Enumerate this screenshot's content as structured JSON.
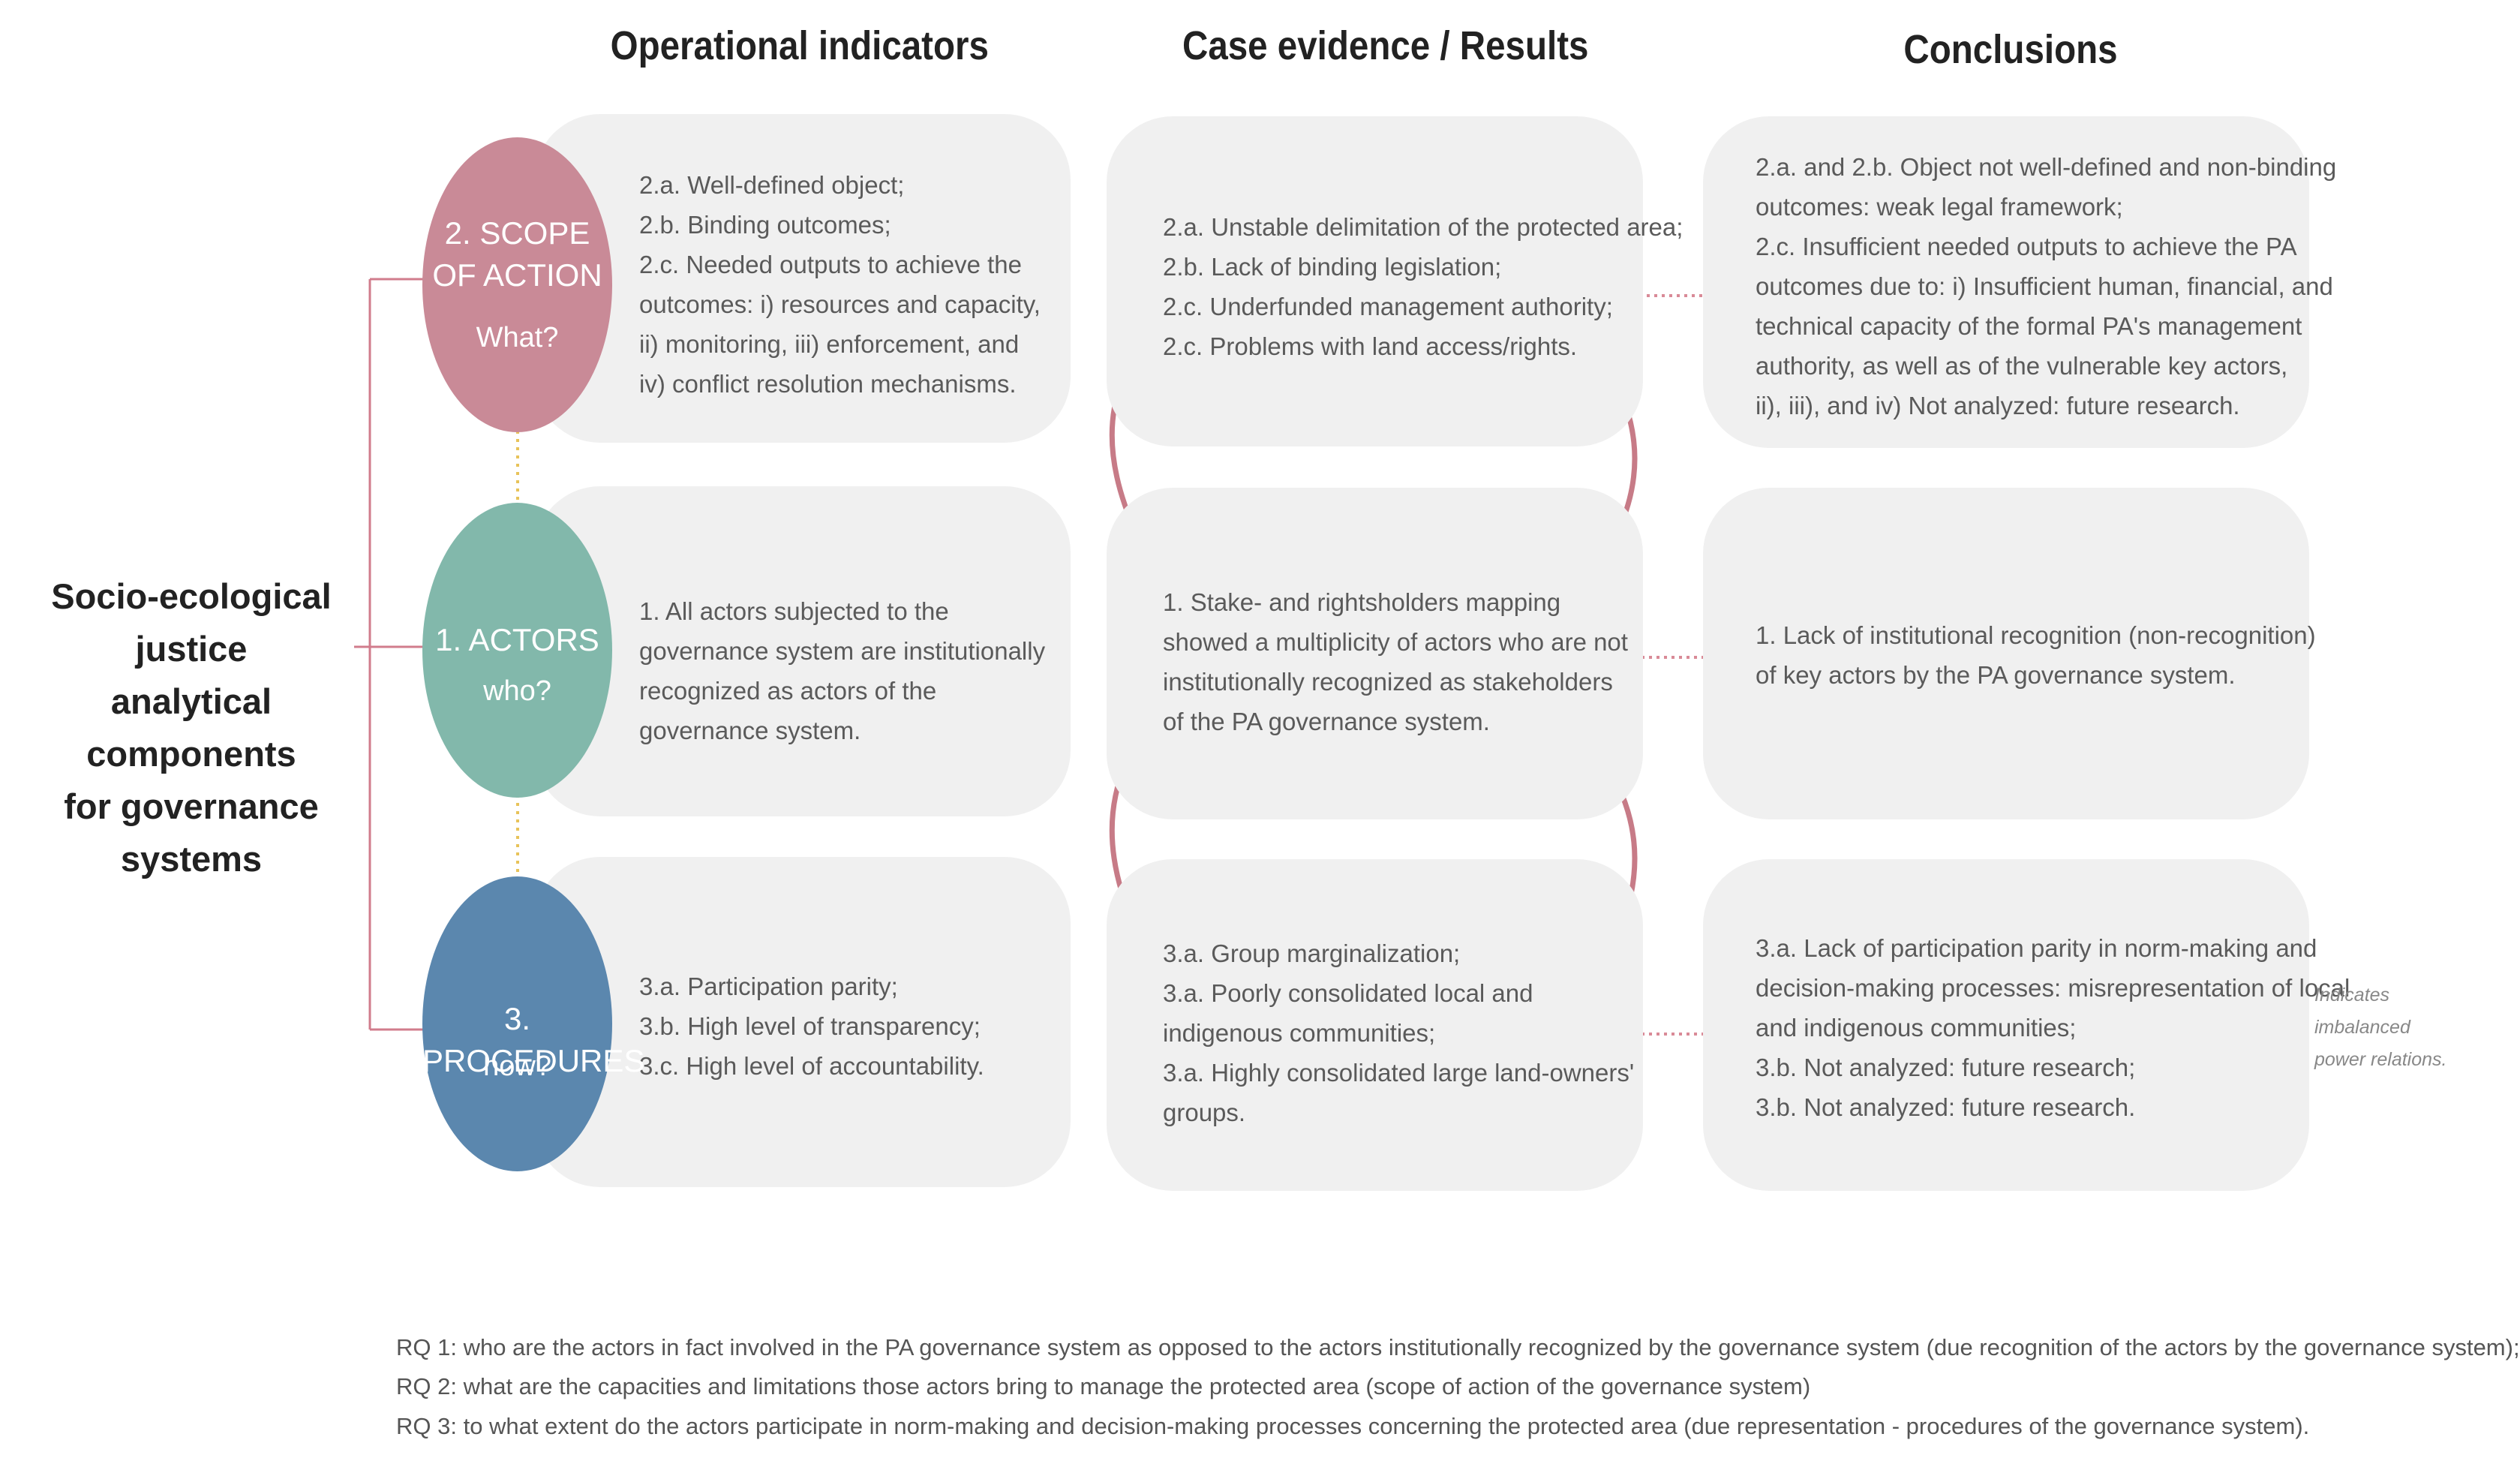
{
  "columns": {
    "operational": "Operational indicators",
    "evidence": "Case evidence / Results",
    "conclusions": "Conclusions"
  },
  "left_label": "Socio-ecological justice\nanalytical components\nfor governance systems",
  "components": [
    {
      "title": "2. SCOPE\nOF ACTION",
      "question": "What?",
      "color": "#c98a97"
    },
    {
      "title": "1. ACTORS",
      "question": "who?",
      "color": "#82b8ab"
    },
    {
      "title": "3. PROCEDURES",
      "question": "how?",
      "color": "#5b87ae"
    }
  ],
  "indicators": [
    "2.a. Well-defined object;\n2.b. Binding outcomes;\n2.c. Needed outputs to achieve the\noutcomes: i) resources and capacity,\nii) monitoring, iii) enforcement, and\niv) conflict resolution mechanisms.",
    "1. All actors subjected to the\ngovernance system are institutionally\nrecognized as actors of the\ngovernance system.",
    "3.a. Participation parity;\n3.b. High level of transparency;\n3.c. High level of accountability."
  ],
  "evidence": [
    "2.a. Unstable delimitation of the protected area;\n2.b. Lack of binding legislation;\n2.c. Underfunded management authority;\n2.c. Problems with land access/rights.",
    "1. Stake- and rightsholders mapping\nshowed a multiplicity of actors who are not\ninstitutionally recognized as stakeholders\nof the PA governance system.",
    "3.a. Group marginalization;\n3.a. Poorly consolidated local and\nindigenous communities;\n3.a. Highly consolidated large land-owners'\ngroups."
  ],
  "conclusions": [
    "2.a. and 2.b. Object not well-defined and non-binding\noutcomes: weak legal framework;\n2.c. Insufficient needed outputs to achieve the PA\noutcomes due to: i) Insufficient human, financial, and\ntechnical capacity of the formal PA's management\nauthority, as well as of the vulnerable key actors,\nii), iii), and iv) Not analyzed: future research.",
    "1. Lack of institutional recognition (non-recognition)\nof key actors by the PA governance system.",
    "3.a. Lack of participation parity in norm-making and\ndecision-making processes: misrepresentation of local\nand indigenous communities;\n3.b. Not analyzed: future research;\n3.b. Not analyzed: future research."
  ],
  "legend": "Indicates\nimbalanced\npower relations.",
  "research_questions": [
    "RQ 1: who are the actors in fact involved in the PA governance system as opposed to the actors institutionally recognized by the governance system (due recognition of the actors by the governance system);",
    "RQ 2: what are the capacities and limitations those actors bring to manage the protected area (scope of action of the governance system)",
    "RQ 3: to what extent do the actors participate in norm-making and decision-making processes concerning the protected area (due representation - procedures of the governance system)."
  ],
  "colors": {
    "box_fill": "#f0f0f0",
    "arrow": "#c77b87",
    "dotted_vertical": "#e8c35a",
    "dotted_horizontal": "#d98a97",
    "connector": "#d17c8c"
  }
}
